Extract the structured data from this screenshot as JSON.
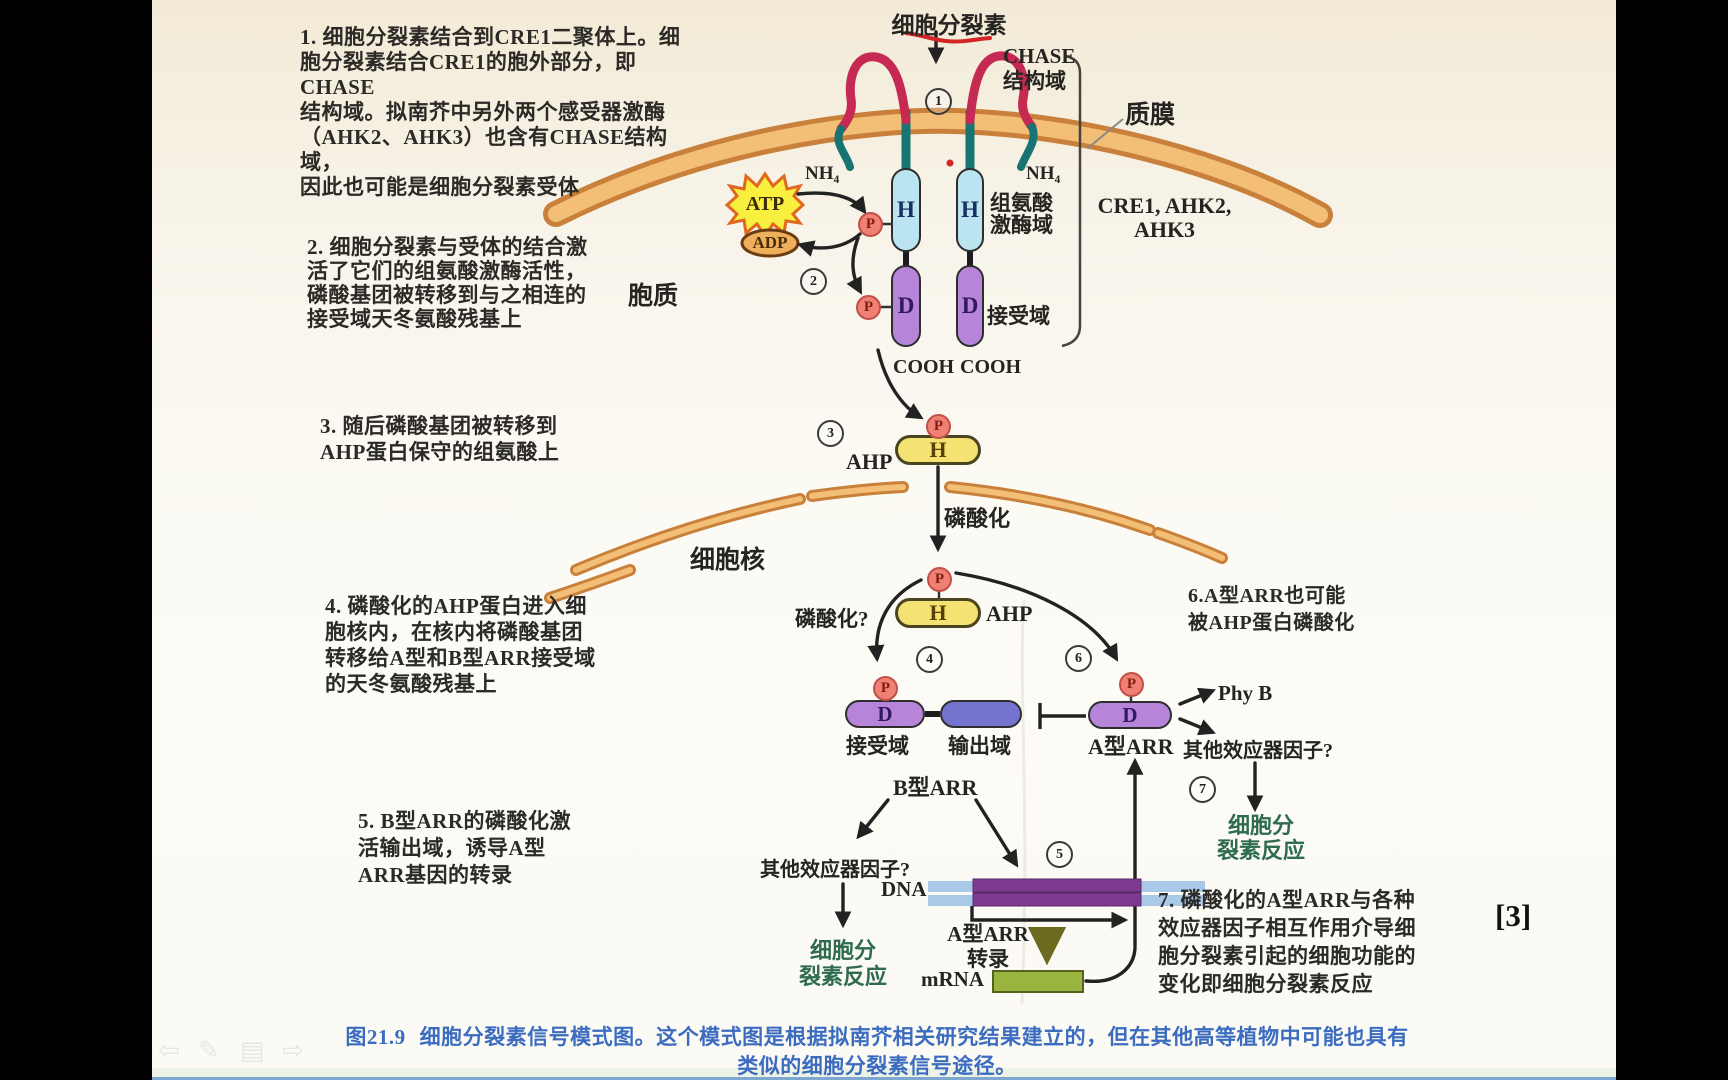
{
  "window": {
    "page_marker": "[3]"
  },
  "toolbar": {
    "icons": [
      {
        "name": "previous-slide",
        "glyph": "⇦"
      },
      {
        "name": "pen-tool",
        "glyph": "✎"
      },
      {
        "name": "slide-overview",
        "glyph": "▤"
      },
      {
        "name": "next-slide",
        "glyph": "⇨"
      }
    ]
  },
  "steps": [
    {
      "lines": [
        "1. 细胞分裂素结合到CRE1二聚体上。细",
        "胞分裂素结合CRE1的胞外部分，即CHASE",
        "结构域。拟南芥中另外两个感受器激酶",
        "（AHK2、AHK3）也含有CHASE结构域，",
        "因此也可能是细胞分裂素受体"
      ]
    },
    {
      "lines": [
        "2. 细胞分裂素与受体的结合激",
        "活了它们的组氨酸激酶活性，",
        "磷酸基团被转移到与之相连的",
        "接受域天冬氨酸残基上"
      ]
    },
    {
      "lines": [
        "3. 随后磷酸基团被转移到",
        "AHP蛋白保守的组氨酸上"
      ]
    },
    {
      "lines": [
        "4. 磷酸化的AHP蛋白进入细",
        "胞核内，在核内将磷酸基团",
        "转移给A型和B型ARR接受域",
        "的天冬氨酸残基上"
      ]
    },
    {
      "lines": [
        "5. B型ARR的磷酸化激",
        "活输出域，诱导A型",
        "ARR基因的转录"
      ]
    },
    {
      "lines": [
        "6.A型ARR也可能",
        "被AHP蛋白磷酸化"
      ]
    },
    {
      "lines": [
        "7. 磷酸化的A型ARR与各种",
        "效应器因子相互作用介导细",
        "胞分裂素引起的细胞功能的",
        "变化即细胞分裂素反应"
      ]
    }
  ],
  "diagram": {
    "cytokinin": "细胞分裂素",
    "chase_line1": "CHASE",
    "chase_line2": "结构域",
    "plasma_membrane": "质膜",
    "nh4": "NH₄",
    "hk_line1": "组氨酸",
    "hk_line2": "激酶域",
    "receptors_line1": "CRE1, AHK2,",
    "receptors_line2": "AHK3",
    "receiver_domain": "接受域",
    "output_domain": "输出域",
    "cytoplasm": "胞质",
    "nucleus": "细胞核",
    "cooh": "COOH",
    "atp": "ATP",
    "adp": "ADP",
    "p": "P",
    "h": "H",
    "d": "D",
    "ahp": "AHP",
    "phosphorylation": "磷酸化",
    "phosphorylation_q": "磷酸化?",
    "b_type_arr": "B型ARR",
    "a_type_arr": "A型ARR",
    "phy_b": "Phy B",
    "other_effectors": "其他效应器因子?",
    "response_line1": "细胞分",
    "response_line2": "裂素反应",
    "dna": "DNA",
    "mrna": "mRNA",
    "transcription_line1": "A型ARR",
    "transcription_line2": "转录",
    "step_markers": [
      "1",
      "2",
      "3",
      "4",
      "5",
      "6",
      "7"
    ]
  },
  "caption": {
    "fig_label": "图21.9",
    "line1_rest": "细胞分裂素信号模式图。这个模式图是根据拟南芥相关研究结果建立的，但在其他高等植物中可能也具有",
    "line2": "类似的细胞分裂素信号途径。"
  },
  "colors": {
    "membrane_outer": "#c9803a",
    "membrane_inner": "#f3bf77",
    "chase_loop_red": "#c62a52",
    "stem_teal": "#177472",
    "h_domain_fill": "#b9e4f0",
    "d_domain_fill": "#b684d8",
    "output_domain_fill": "#7473cf",
    "ahp_fill": "#f4e272",
    "p_fill": "#ef8073",
    "atp_fill": "#f8ef3e",
    "atp_stroke": "#e06820",
    "adp_fill": "#eeb05a",
    "dna_blue": "#a9c9e9",
    "dna_purple": "#7c3b8e",
    "mrna_green": "#9ab440",
    "olive_arrow": "#6b6b1f",
    "caption_blue": "#3b6cc0",
    "response_green": "#2e6b4f",
    "red_pen": "#d42525"
  }
}
